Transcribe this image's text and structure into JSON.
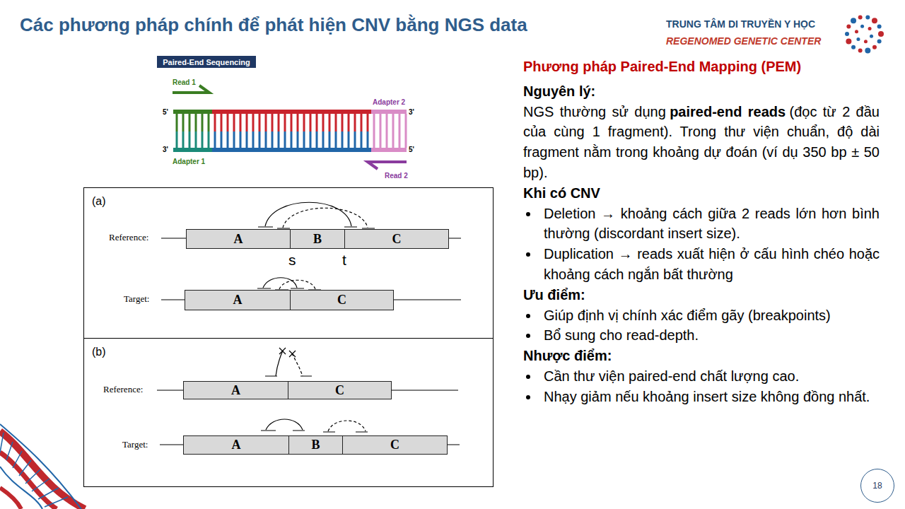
{
  "diagram": {
    "title": "Các phương pháp chính để phát hiện CNV bằng NGS data",
    "nodes": [
      {
        "text": [
          "Paired-End Sequencing"
        ]
      },
      {
        "text": [
          "(a)"
        ]
      },
      {
        "text": [
          "A"
        ],
        "in": 1
      },
      {
        "text": [
          "B"
        ],
        "in": 1
      },
      {
        "text": [
          "C"
        ],
        "in": 1
      },
      {
        "text": [
          "A"
        ],
        "in": 1
      },
      {
        "text": [
          "C"
        ],
        "in": 1
      },
      {
        "text": [
          "(b)"
        ]
      },
      {
        "text": [
          "A"
        ],
        "in": 7
      },
      {
        "text": [
          "C"
        ],
        "in": 7
      },
      {
        "text": [
          "A"
        ],
        "in": 7
      },
      {
        "text": [
          "B"
        ],
        "in": 7
      },
      {
        "text": [
          "C"
        ],
        "in": 7
      },
      {
        "text": [
          "18"
        ]
      }
    ],
    "labels": [
      "TRUNG TÂM DI TRUYỀN Y HỌC",
      "REGENOMED GENETIC CENTER",
      "Read 1",
      "Adapter 2",
      "5'",
      "3'",
      "3'",
      "5'",
      "Adapter 1",
      "Read 2",
      "Reference:",
      "s",
      "t",
      "Target:",
      "Reference:",
      "Target:",
      "Phương pháp Paired-End Mapping (PEM)",
      "Nguyên lý:",
      "NGS thường sử dụng",
      "paired-end reads",
      "(đọc từ 2 đầu của cùng 1 fragment). Trong thư viện chuẩn, độ dài fragment nằm trong khoảng dự đoán (ví dụ 350 bp ± 50 bp).",
      "Khi có CNV",
      "Deletion → khoảng cách giữa 2 reads lớn hơn bình thường (discordant insert size).",
      "Duplication → reads xuất hiện ở cấu hình chéo hoặc khoảng cách ngắn bất thường",
      "Ưu điểm:",
      "Giúp định vị chính xác điểm gãy (breakpoints)",
      "Bổ sung cho read-depth.",
      "Nhược điểm:",
      "Cần thư viện paired-end chất lượng cao.",
      "Nhạy giảm nếu khoảng insert size không đồng nhất."
    ]
  }
}
